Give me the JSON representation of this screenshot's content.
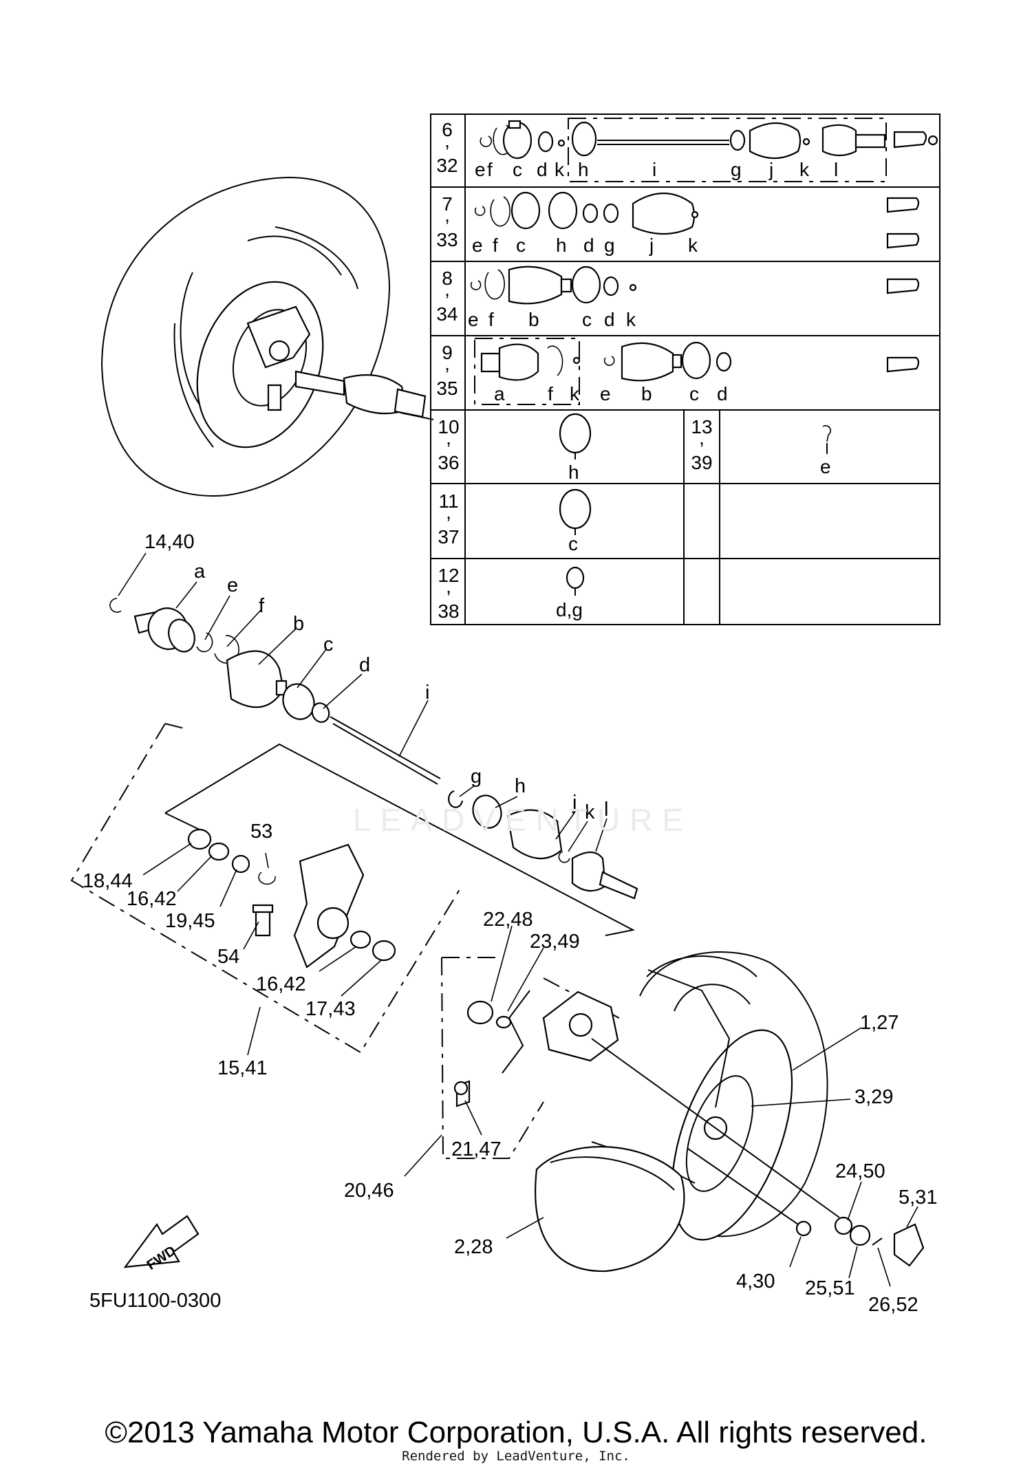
{
  "diagram": {
    "table_rows": [
      {
        "id": "r6",
        "num": [
          "6",
          ",",
          "32"
        ],
        "letters": [
          "e",
          "f",
          "c",
          "d",
          "k",
          "h",
          "i",
          "g",
          "j",
          "k",
          "l"
        ]
      },
      {
        "id": "r7",
        "num": [
          "7",
          ",",
          "33"
        ],
        "letters": [
          "e",
          "f",
          "c",
          "h",
          "d",
          "g",
          "j",
          "k"
        ]
      },
      {
        "id": "r8",
        "num": [
          "8",
          ",",
          "34"
        ],
        "letters": [
          "e",
          "f",
          "b",
          "c",
          "d",
          "k"
        ]
      },
      {
        "id": "r9",
        "num": [
          "9",
          ",",
          "35"
        ],
        "letters": [
          "a",
          "f",
          "k",
          "e",
          "b",
          "c",
          "d"
        ]
      },
      {
        "id": "r10",
        "num": [
          "10",
          ",",
          "36"
        ],
        "letters": [
          "h"
        ]
      },
      {
        "id": "r13",
        "num": [
          "13",
          ",",
          "39"
        ],
        "letters": [
          "e"
        ]
      },
      {
        "id": "r11",
        "num": [
          "11",
          ",",
          "37"
        ],
        "letters": [
          "c"
        ]
      },
      {
        "id": "r12",
        "num": [
          "12",
          ",",
          "38"
        ],
        "letters": [
          "d,g"
        ]
      }
    ],
    "callouts": [
      "14,40",
      "a",
      "e",
      "f",
      "b",
      "c",
      "d",
      "i",
      "g",
      "h",
      "j",
      "k",
      "l",
      "53",
      "18,44",
      "16,42",
      "19,45",
      "54",
      "16,42",
      "17,43",
      "15,41",
      "22,48",
      "23,49",
      "1,27",
      "3,29",
      "21,47",
      "20,46",
      "24,50",
      "5,31",
      "2,28",
      "4,30",
      "25,51",
      "26,52"
    ],
    "fwd_label": "FWD",
    "diagram_code": "5FU1100-0300",
    "watermark": "LEADVENTURE"
  },
  "footer": {
    "copyright": "©2013 Yamaha Motor Corporation, U.S.A. All rights reserved.",
    "rendered_by": "Rendered by LeadVenture, Inc."
  }
}
